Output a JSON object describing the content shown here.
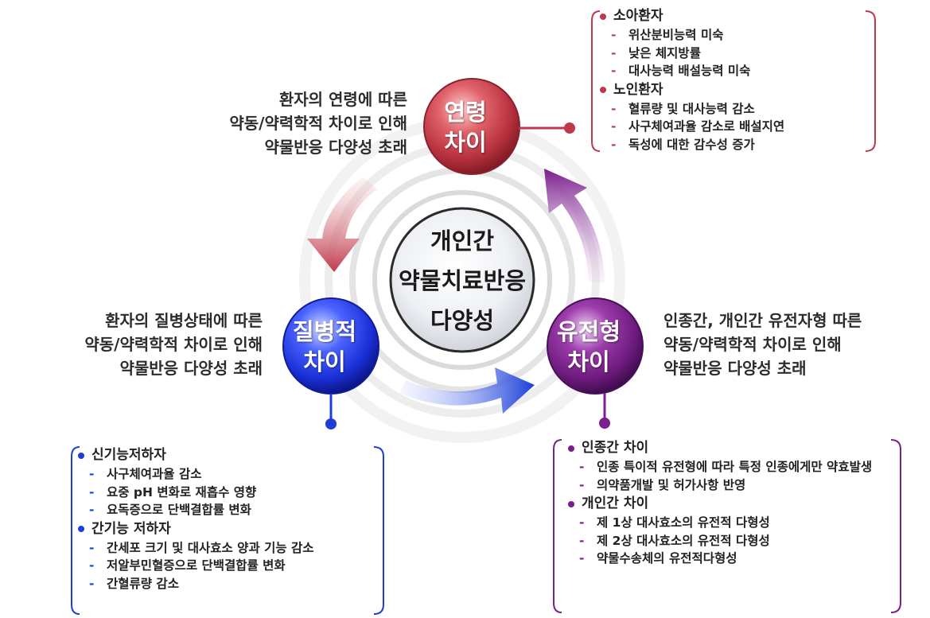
{
  "colors": {
    "age": "#c0394b",
    "disease": "#1c3fd8",
    "genetic": "#7a1f8c"
  },
  "center": {
    "lines": [
      "개인간",
      "약물치료반응",
      "다양성"
    ]
  },
  "nodes": {
    "age": {
      "lines": [
        "연령",
        "차이"
      ]
    },
    "disease": {
      "lines": [
        "질병적",
        "차이"
      ]
    },
    "genetic": {
      "lines": [
        "유전형",
        "차이"
      ]
    }
  },
  "descriptions": {
    "age": [
      "환자의 연령에 따른",
      "약동/약력학적 차이로 인해",
      "약물반응 다양성 초래"
    ],
    "disease": [
      "환자의 질병상태에 따른",
      "약동/약력학적 차이로 인해",
      "약물반응 다양성 초래"
    ],
    "genetic": [
      "인종간, 개인간 유전자형 따른",
      "약동/약력학적 차이로 인해",
      "약물반응 다양성 초래"
    ]
  },
  "panels": {
    "age": [
      {
        "title": "소아환자",
        "items": [
          "위산분비능력 미숙",
          "낮은 체지방률",
          "대사능력 배설능력 미숙"
        ]
      },
      {
        "title": "노인환자",
        "items": [
          "혈류량 및 대사능력 감소",
          "사구체여과율 감소로 배설지연",
          "독성에 대한 감수성 증가"
        ]
      }
    ],
    "disease": [
      {
        "title": "신기능저하자",
        "items": [
          "사구체여과율 감소",
          "요중 pH 변화로 재흡수 영향",
          "요독증으로 단백결합률 변화"
        ]
      },
      {
        "title": "간기능 저하자",
        "items": [
          "간세포 크기 및 대사효소 양과 기능 감소",
          "저알부민혈증으로 단백결합률 변화",
          "간혈류량 감소"
        ]
      }
    ],
    "genetic": [
      {
        "title": "인종간 차이",
        "items": [
          "인종 특이적 유전형에 따라 특정 인종에게만 약효발생",
          "의약품개발 및 허가사항 반영"
        ]
      },
      {
        "title": "개인간 차이",
        "items": [
          "제 1상 대사효소의 유전적 다형성",
          "제 2상 대사효소의 유전적 다형성",
          "약물수송체의 유전적다형성"
        ]
      }
    ]
  }
}
